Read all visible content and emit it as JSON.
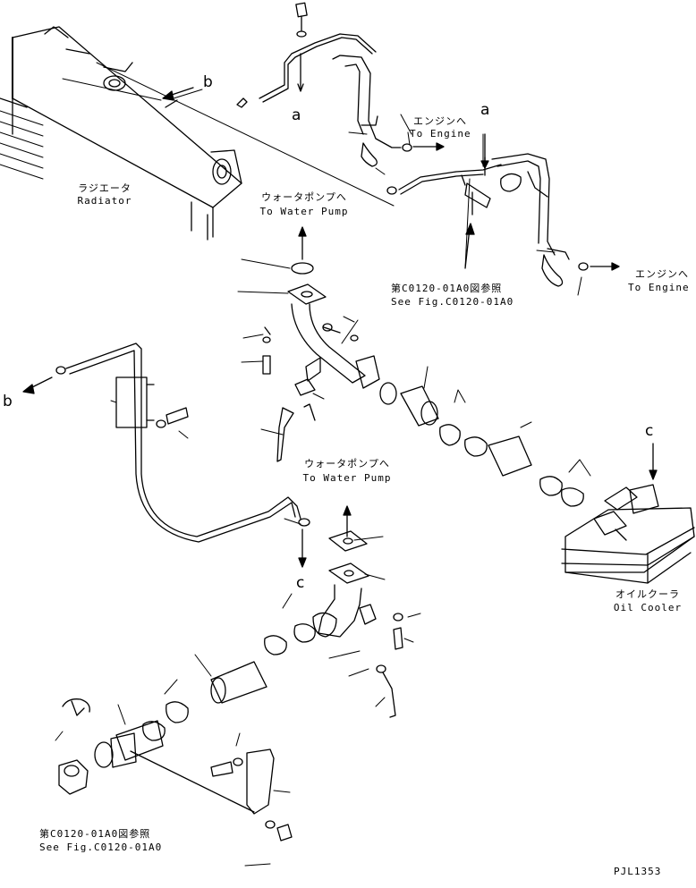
{
  "labels": {
    "radiator_jp": "ラジエータ",
    "radiator_en": "Radiator",
    "water_pump_top_jp": "ウォータポンプへ",
    "water_pump_top_en": "To Water Pump",
    "engine_top_jp": "エンジンへ",
    "engine_top_en": "To Engine",
    "engine_right_jp": "エンジンへ",
    "engine_right_en": "To Engine",
    "see_fig_top_jp": "第C0120-01A0図参照",
    "see_fig_top_en": "See Fig.C0120-01A0",
    "water_pump_mid_jp": "ウォータポンプへ",
    "water_pump_mid_en": "To Water Pump",
    "oil_cooler_jp": "オイルクーラ",
    "oil_cooler_en": "Oil Cooler",
    "see_fig_bottom_jp": "第C0120-01A0図参照",
    "see_fig_bottom_en": "See Fig.C0120-01A0",
    "drawing_code": "PJL1353"
  },
  "reference_letters": {
    "a_top": "a",
    "a_right": "a",
    "b_top": "b",
    "b_left": "b",
    "c_right": "c",
    "c_mid": "c"
  }
}
